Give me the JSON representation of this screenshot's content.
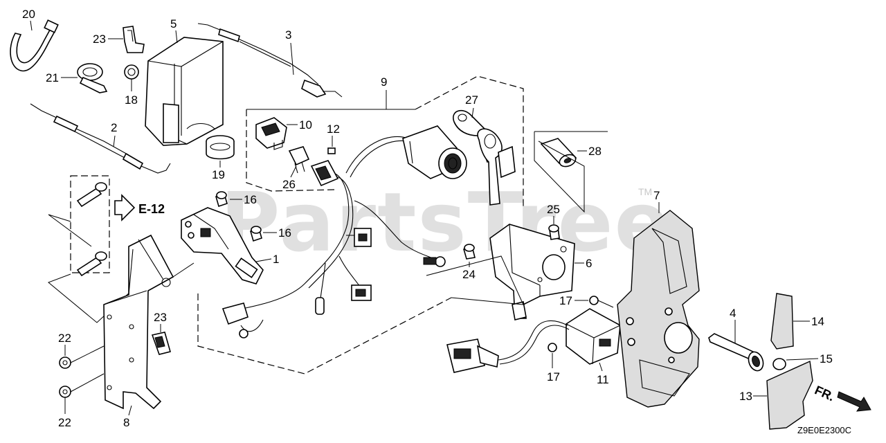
{
  "diagram": {
    "watermark": "PartsTree",
    "trademark": "TM",
    "code": "Z9E0E2300C",
    "ref_label": "E-12",
    "direction_label": "FR.",
    "parts": {
      "p1": "1",
      "p2": "2",
      "p3": "3",
      "p4": "4",
      "p5": "5",
      "p6": "6",
      "p7": "7",
      "p8": "8",
      "p9": "9",
      "p10": "10",
      "p11": "11",
      "p12": "12",
      "p13": "13",
      "p14": "14",
      "p15": "15",
      "p16a": "16",
      "p16b": "16",
      "p17a": "17",
      "p17b": "17",
      "p18": "18",
      "p19": "19",
      "p20": "20",
      "p21": "21",
      "p22a": "22",
      "p22b": "22",
      "p23a": "23",
      "p23b": "23",
      "p24": "24",
      "p25": "25",
      "p26": "26",
      "p27": "27",
      "p28": "28"
    }
  }
}
